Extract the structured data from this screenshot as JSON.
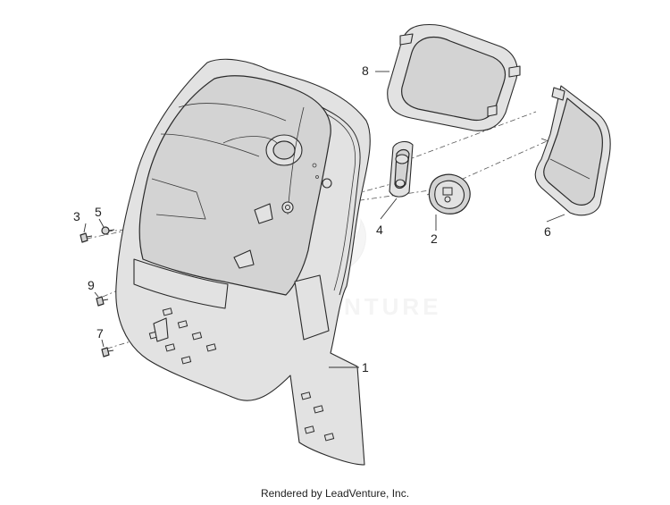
{
  "diagram": {
    "callouts": [
      {
        "id": "1",
        "label": "1"
      },
      {
        "id": "2",
        "label": "2"
      },
      {
        "id": "3",
        "label": "3"
      },
      {
        "id": "4",
        "label": "4"
      },
      {
        "id": "5",
        "label": "5"
      },
      {
        "id": "6",
        "label": "6"
      },
      {
        "id": "7",
        "label": "7"
      },
      {
        "id": "8",
        "label": "8"
      },
      {
        "id": "9",
        "label": "9"
      }
    ],
    "watermark": "LEADVENTURE"
  },
  "footer": {
    "credit": "Rendered by LeadVenture, Inc."
  }
}
